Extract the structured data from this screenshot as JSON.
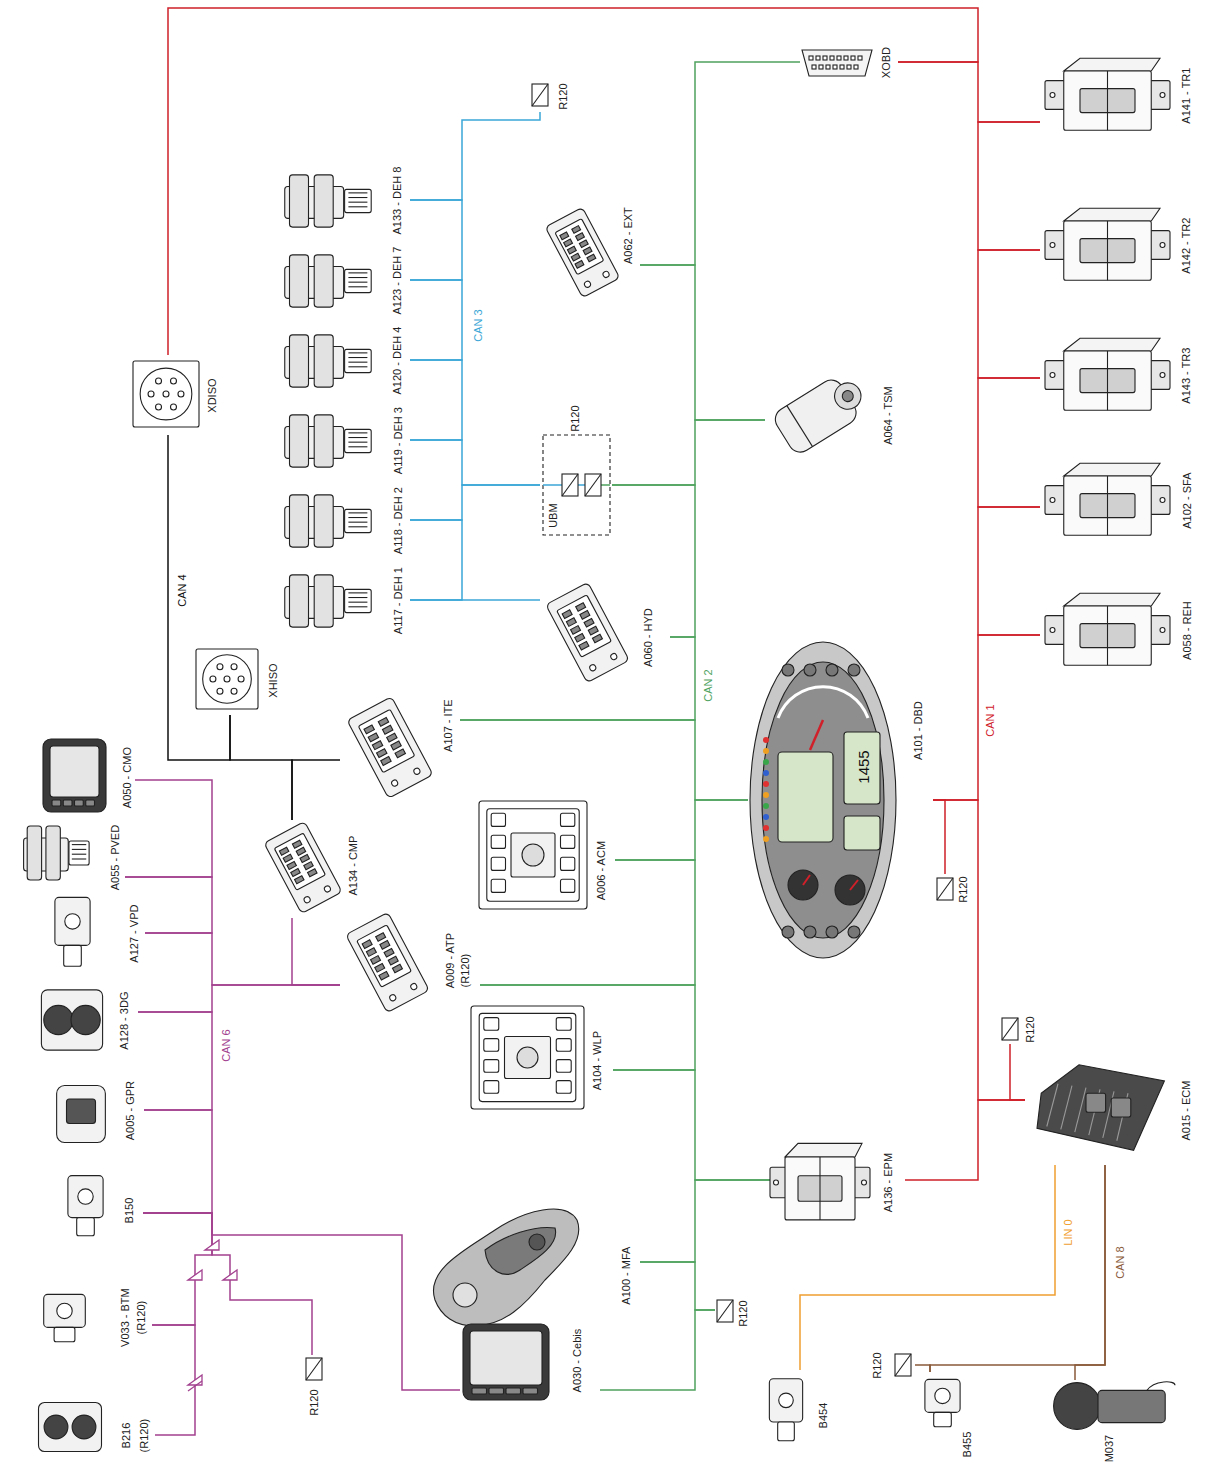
{
  "diagram": {
    "nodes": [
      {
        "text": [
          "XOBD"
        ]
      },
      {
        "text": [
          "A141 - TR1"
        ]
      },
      {
        "text": [
          "A142 - TR2"
        ]
      },
      {
        "text": [
          "A143 - TR3"
        ]
      },
      {
        "text": [
          "A102 - SFA"
        ]
      },
      {
        "text": [
          "A058 - REH"
        ]
      },
      {
        "text": [
          "A101 - DBD"
        ]
      },
      {
        "text": [
          "R120"
        ]
      },
      {
        "text": [
          "A015 - ECM"
        ]
      },
      {
        "text": [
          "R120"
        ]
      },
      {
        "text": [
          "A136 - EPM"
        ]
      },
      {
        "text": [
          "A062 - EXT"
        ]
      },
      {
        "text": [
          "A064 - TSM"
        ]
      },
      {
        "text": [
          "UBM",
          "R120"
        ]
      },
      {
        "text": [
          "A060 - HYD"
        ]
      },
      {
        "text": [
          "A107 - ITE"
        ]
      },
      {
        "text": [
          "A006 - ACM"
        ]
      },
      {
        "text": [
          "A009 - ATP",
          "(R120)"
        ]
      },
      {
        "text": [
          "A134 - CMP"
        ]
      },
      {
        "text": [
          "A104 - WLP"
        ]
      },
      {
        "text": [
          "A100 - MFA"
        ]
      },
      {
        "text": [
          "R120"
        ]
      },
      {
        "text": [
          "A030 - Cebis"
        ]
      },
      {
        "text": [
          "R120"
        ]
      },
      {
        "text": [
          "A133 - DEH 8"
        ]
      },
      {
        "text": [
          "A123 - DEH 7"
        ]
      },
      {
        "text": [
          "A120 - DEH 4"
        ]
      },
      {
        "text": [
          "A119 - DEH 3"
        ]
      },
      {
        "text": [
          "A118 - DEH 2"
        ]
      },
      {
        "text": [
          "A117 - DEH 1"
        ]
      },
      {
        "text": [
          "XDISO"
        ]
      },
      {
        "text": [
          "XHISO"
        ]
      },
      {
        "text": [
          "A050 - CMO"
        ]
      },
      {
        "text": [
          "A055 - PVED"
        ]
      },
      {
        "text": [
          "A127 - VPD"
        ]
      },
      {
        "text": [
          "A128 - 3DG"
        ]
      },
      {
        "text": [
          "A005 - GPR"
        ]
      },
      {
        "text": [
          "B150"
        ]
      },
      {
        "text": [
          "V033 - BTM",
          "(R120)"
        ]
      },
      {
        "text": [
          "B216",
          "(R120)"
        ]
      },
      {
        "text": [
          "R120"
        ]
      },
      {
        "text": [
          "B454"
        ]
      },
      {
        "text": [
          "B455"
        ]
      },
      {
        "text": [
          "M037"
        ]
      },
      {
        "text": [
          "R120"
        ]
      }
    ],
    "edges": [
      {
        "from": 0,
        "to": 1,
        "arrow": "none"
      },
      {
        "from": 1,
        "to": 2,
        "arrow": "none"
      },
      {
        "from": 2,
        "to": 3,
        "arrow": "none"
      },
      {
        "from": 3,
        "to": 4,
        "arrow": "none"
      },
      {
        "from": 4,
        "to": 5,
        "arrow": "none"
      },
      {
        "from": 5,
        "to": 6,
        "arrow": "none"
      },
      {
        "from": 6,
        "to": 8,
        "arrow": "none"
      },
      {
        "from": 8,
        "to": 10,
        "arrow": "none"
      },
      {
        "from": 30,
        "to": 0,
        "arrow": "none"
      },
      {
        "from": 6,
        "to": 7,
        "arrow": "none"
      },
      {
        "from": 9,
        "to": 8,
        "arrow": "none"
      },
      {
        "from": 0,
        "to": 11,
        "arrow": "none"
      },
      {
        "from": 11,
        "to": 12,
        "arrow": "none"
      },
      {
        "from": 12,
        "to": 13,
        "arrow": "none"
      },
      {
        "from": 13,
        "to": 14,
        "arrow": "none"
      },
      {
        "from": 14,
        "to": 15,
        "arrow": "none"
      },
      {
        "from": 15,
        "to": 6,
        "arrow": "none"
      },
      {
        "from": 6,
        "to": 16,
        "arrow": "none"
      },
      {
        "from": 16,
        "to": 17,
        "arrow": "none"
      },
      {
        "from": 17,
        "to": 19,
        "arrow": "none"
      },
      {
        "from": 19,
        "to": 10,
        "arrow": "none"
      },
      {
        "from": 10,
        "to": 20,
        "arrow": "none"
      },
      {
        "from": 20,
        "to": 21,
        "arrow": "none"
      },
      {
        "from": 21,
        "to": 22,
        "arrow": "none"
      },
      {
        "from": 23,
        "to": 24,
        "arrow": "none"
      },
      {
        "from": 24,
        "to": 25,
        "arrow": "none"
      },
      {
        "from": 25,
        "to": 26,
        "arrow": "none"
      },
      {
        "from": 26,
        "to": 27,
        "arrow": "none"
      },
      {
        "from": 27,
        "to": 13,
        "arrow": "none"
      },
      {
        "from": 13,
        "to": 28,
        "arrow": "none"
      },
      {
        "from": 28,
        "to": 29,
        "arrow": "none"
      },
      {
        "from": 29,
        "to": 14,
        "arrow": "none"
      },
      {
        "from": 30,
        "to": 31,
        "arrow": "none"
      },
      {
        "from": 31,
        "to": 18,
        "arrow": "none"
      },
      {
        "from": 18,
        "to": 15,
        "arrow": "none"
      },
      {
        "from": 32,
        "to": 33,
        "arrow": "none"
      },
      {
        "from": 33,
        "to": 34,
        "arrow": "none"
      },
      {
        "from": 34,
        "to": 17,
        "arrow": "none"
      },
      {
        "from": 17,
        "to": 18,
        "arrow": "none"
      },
      {
        "from": 17,
        "to": 35,
        "arrow": "none"
      },
      {
        "from": 35,
        "to": 36,
        "arrow": "none"
      },
      {
        "from": 36,
        "to": 37,
        "arrow": "none"
      },
      {
        "from": 37,
        "to": 22,
        "arrow": "none"
      },
      {
        "from": 37,
        "to": 38,
        "arrow": "none"
      },
      {
        "from": 38,
        "to": 39,
        "arrow": "none"
      },
      {
        "from": 37,
        "to": 40,
        "arrow": "none"
      },
      {
        "from": 8,
        "to": 41,
        "arrow": "none"
      },
      {
        "from": 8,
        "to": 42,
        "arrow": "none"
      },
      {
        "from": 8,
        "to": 43,
        "arrow": "none"
      },
      {
        "from": 42,
        "to": 44,
        "arrow": "none"
      }
    ],
    "labels": [
      "CAN 1",
      "CAN 2",
      "CAN 3",
      "CAN 4",
      "CAN 6",
      "CAN 8",
      "LIN 0",
      "1455"
    ]
  }
}
